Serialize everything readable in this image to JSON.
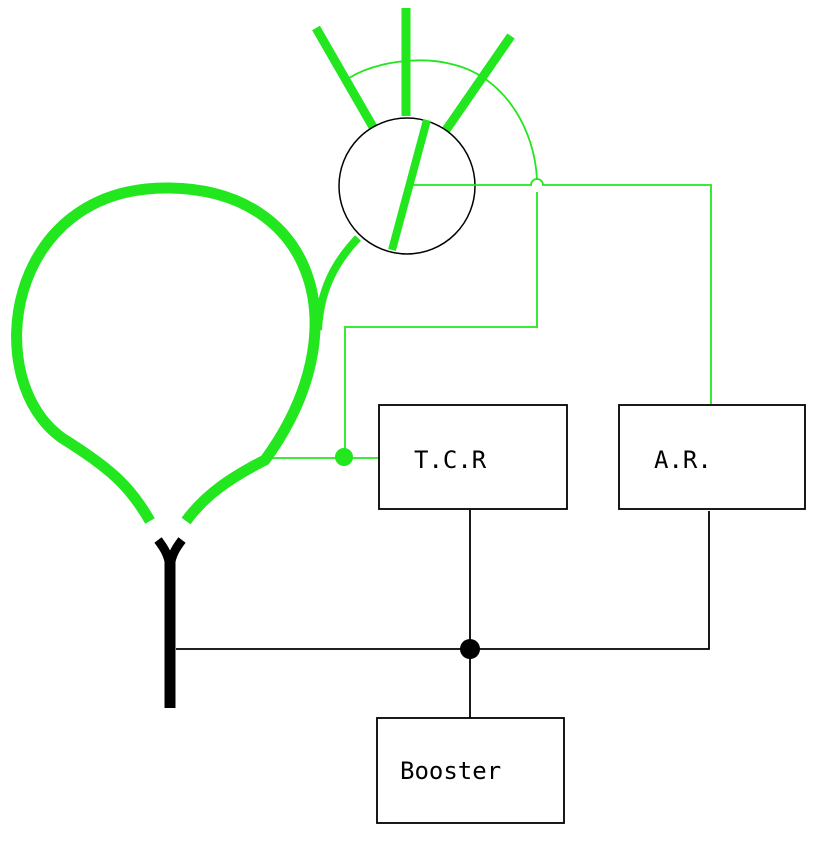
{
  "colors": {
    "track": "#22e61e",
    "wire_green": "#22e61e",
    "wire_black": "#000000",
    "background": "#ffffff"
  },
  "boxes": {
    "tcr": {
      "label": "T.C.R"
    },
    "ar": {
      "label": "A.R."
    },
    "booster": {
      "label": "Booster"
    }
  }
}
